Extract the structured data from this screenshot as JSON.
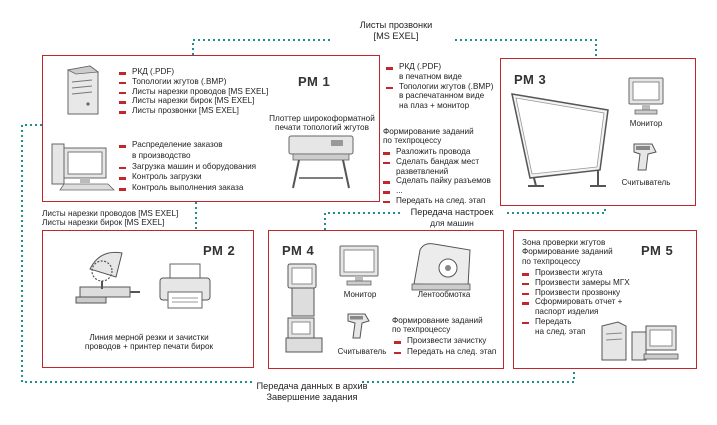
{
  "top_label": [
    "Листы прозвонки",
    "[MS EXEL]"
  ],
  "bottom_label": [
    "Передача данных в архив",
    "Завершение задания"
  ],
  "transfer_label": [
    "Передача настроек",
    "для машин"
  ],
  "cut_lists_label": [
    "Листы нарезки проводов [MS EXEL]",
    "Листы нарезки бирок [MS EXEL]"
  ],
  "rm1": {
    "title": "РМ 1",
    "docs": [
      "РКД (.PDF)",
      "Топологии жгутов (.BMP)",
      "Листы нарезки проводов [MS EXEL]",
      "Листы нарезки бирок [MS EXEL]",
      "Листы прозвонки [MS EXEL]"
    ],
    "tasks": [
      "Распределение заказов",
      "в производство",
      "Загрузка машин и оборудования",
      "Контроль загрузки",
      "Контроль выполнения заказа"
    ]
  },
  "plotter_label": [
    "Плоттер широкоформатной",
    "печати топологий жгутов"
  ],
  "middle_docs": [
    "РКД (.PDF)",
    "в печатном виде",
    "Топологии жгутов (.BMP)",
    "в распечатанном виде",
    "на плаз + монитор"
  ],
  "process_title": [
    "Формирование заданий",
    "по техпроцессу"
  ],
  "process_items": [
    "Разложить провода",
    "Сделать бандаж мест",
    "разветвлений",
    "Сделать пайку разъемов",
    "...",
    "Передать на след. этап"
  ],
  "rm3": {
    "title": "РМ 3",
    "monitor": "Монитор",
    "reader": "Считыватель"
  },
  "rm2": {
    "title": "РМ 2",
    "caption": [
      "Линия мерной резки и зачистки",
      "проводов + принтер печати бирок"
    ]
  },
  "rm4": {
    "title": "РМ 4",
    "monitor": "Монитор",
    "taping": "Лентообмотка",
    "reader": "Считыватель",
    "task_title": [
      "Формирование заданий",
      "по техпроцессу"
    ],
    "tasks": [
      "Произвести зачистку",
      "Передать на след. этап"
    ]
  },
  "rm5": {
    "title": "РМ 5",
    "intro": [
      "Зона проверки жгутов",
      "Формирование заданий",
      "по техпроцессу"
    ],
    "tasks": [
      "Произвести жгута",
      "Произвести замеры МГХ",
      "Произвести прозвонку",
      "Сформировать отчет +",
      "паспорт изделия",
      "Передать",
      "на след. этап"
    ]
  },
  "colors": {
    "accent": "#c0272d",
    "link": "#1f8f8a",
    "icon": "#555555"
  }
}
